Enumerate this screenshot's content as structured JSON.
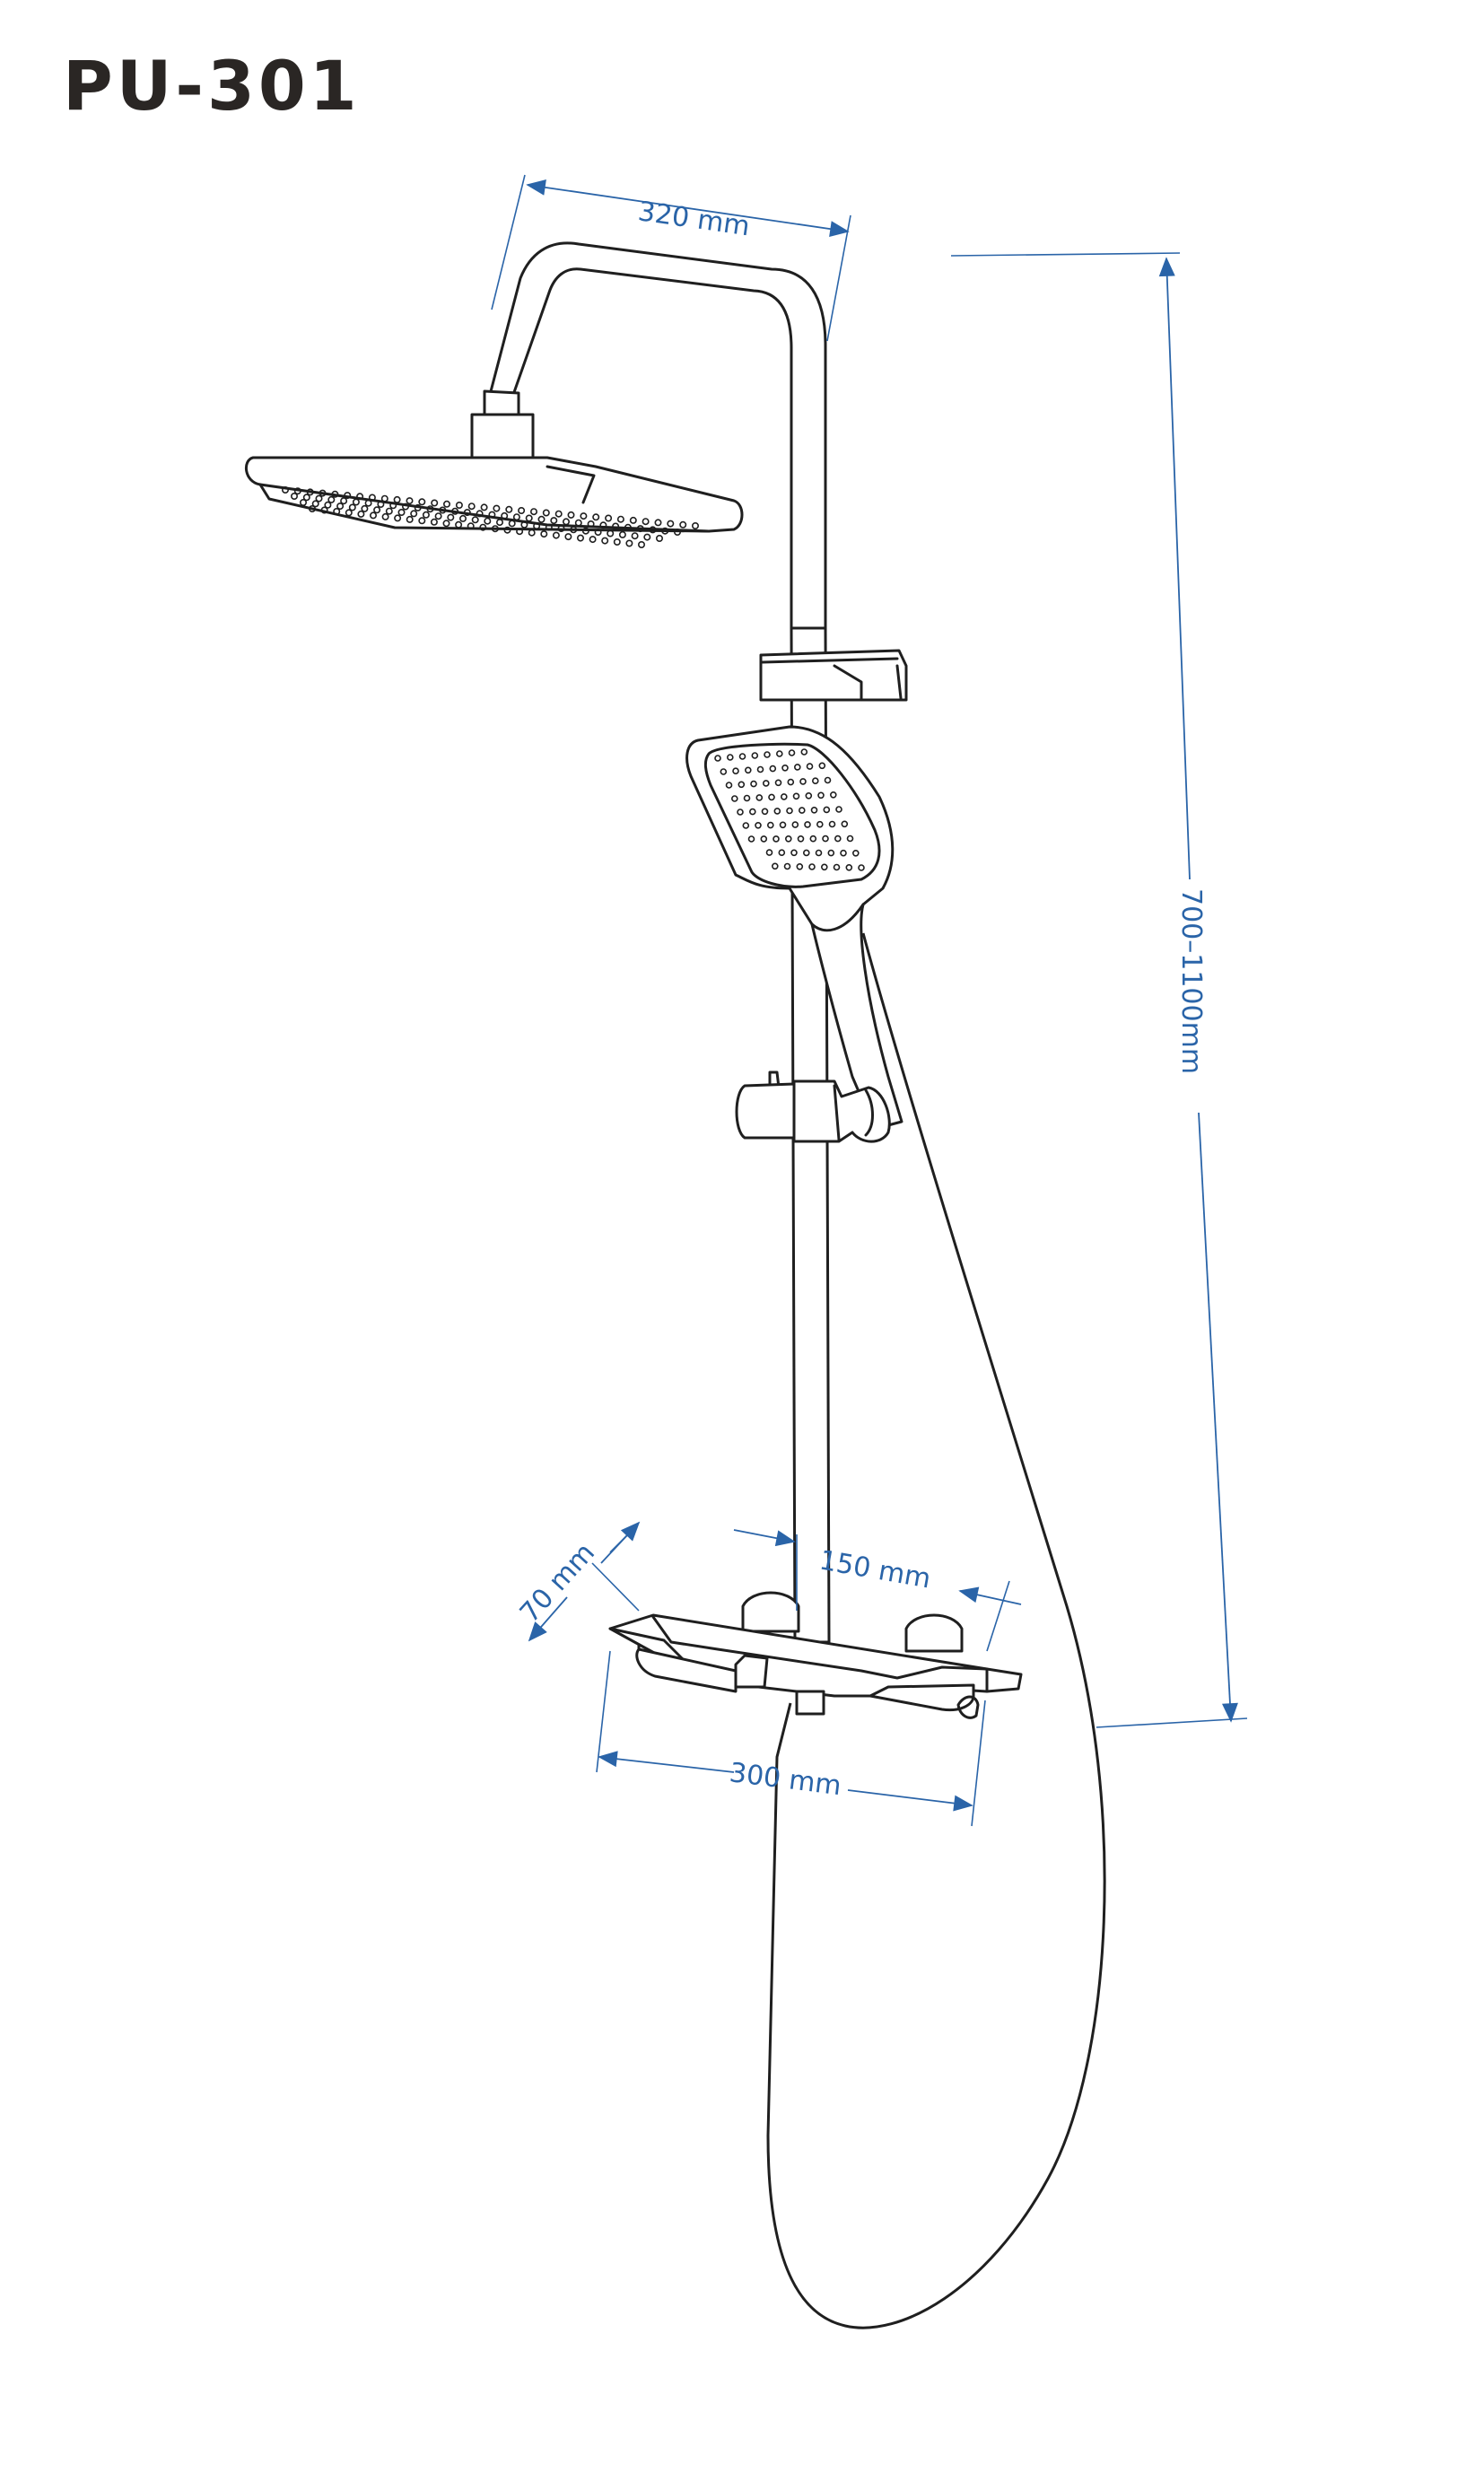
{
  "title": "PU-301",
  "dimensions": {
    "overhead_width": "320 mm",
    "height_range": "700–1100mm",
    "bar_to_wall": "150 mm",
    "valve_depth": "70 mm",
    "valve_width": "300 mm"
  },
  "colors": {
    "ink": "#1f1f1f",
    "dimension": "#2a64a8",
    "title": "#2a2624"
  }
}
